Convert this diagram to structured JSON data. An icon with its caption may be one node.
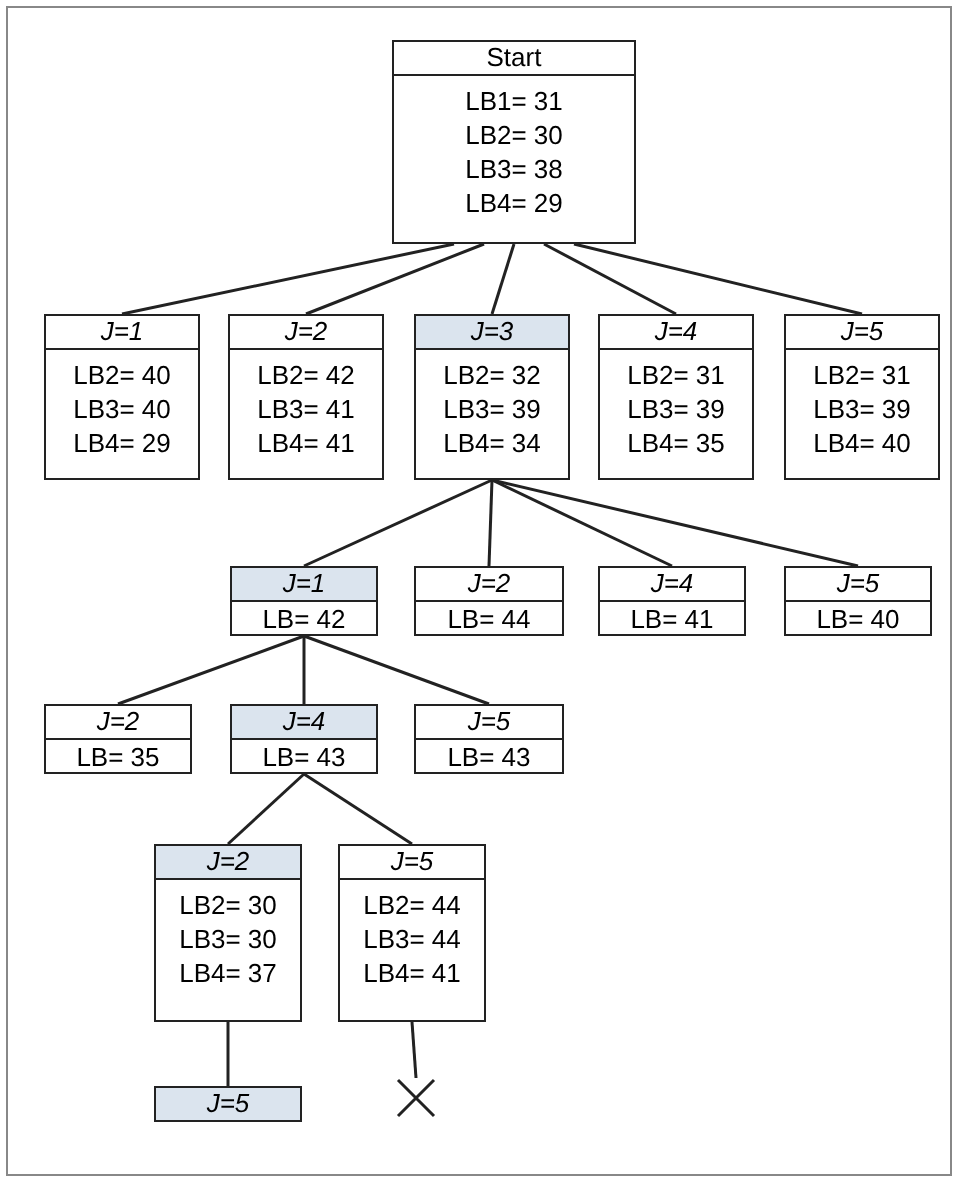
{
  "diagram": {
    "nodes": [
      {
        "text": [
          "Start",
          "LB1= 31",
          "LB2= 30",
          "LB3= 38",
          "LB4= 29"
        ]
      },
      {
        "text": [
          "J=1",
          "LB2= 40",
          "LB3= 40",
          "LB4= 29"
        ]
      },
      {
        "text": [
          "J=2",
          "LB2= 42",
          "LB3= 41",
          "LB4= 41"
        ]
      },
      {
        "text": [
          "J=3",
          "LB2= 32",
          "LB3= 39",
          "LB4= 34"
        ]
      },
      {
        "text": [
          "J=4",
          "LB2= 31",
          "LB3= 39",
          "LB4= 35"
        ]
      },
      {
        "text": [
          "J=5",
          "LB2= 31",
          "LB3= 39",
          "LB4= 40"
        ]
      },
      {
        "text": [
          "J=1",
          "LB= 42"
        ]
      },
      {
        "text": [
          "J=2",
          "LB= 44"
        ]
      },
      {
        "text": [
          "J=4",
          "LB= 41"
        ]
      },
      {
        "text": [
          "J=5",
          "LB= 40"
        ]
      },
      {
        "text": [
          "J=2",
          "LB= 35"
        ]
      },
      {
        "text": [
          "J=4",
          "LB= 43"
        ]
      },
      {
        "text": [
          "J=5",
          "LB= 43"
        ]
      },
      {
        "text": [
          "J=2",
          "LB2= 30",
          "LB3= 30",
          "LB4= 37"
        ]
      },
      {
        "text": [
          "J=5",
          "LB2= 44",
          "LB3= 44",
          "LB4= 41"
        ]
      },
      {
        "text": [
          "J=5"
        ]
      },
      {
        "text": [],
        "shape": "cross"
      }
    ],
    "edges": [
      {
        "from": 0,
        "to": 1,
        "arrow": "none"
      },
      {
        "from": 0,
        "to": 2,
        "arrow": "none"
      },
      {
        "from": 0,
        "to": 3,
        "arrow": "none"
      },
      {
        "from": 0,
        "to": 4,
        "arrow": "none"
      },
      {
        "from": 0,
        "to": 5,
        "arrow": "none"
      },
      {
        "from": 3,
        "to": 6,
        "arrow": "none"
      },
      {
        "from": 3,
        "to": 7,
        "arrow": "none"
      },
      {
        "from": 3,
        "to": 8,
        "arrow": "none"
      },
      {
        "from": 3,
        "to": 9,
        "arrow": "none"
      },
      {
        "from": 6,
        "to": 10,
        "arrow": "none"
      },
      {
        "from": 6,
        "to": 11,
        "arrow": "none"
      },
      {
        "from": 6,
        "to": 12,
        "arrow": "none"
      },
      {
        "from": 11,
        "to": 13,
        "arrow": "none"
      },
      {
        "from": 11,
        "to": 14,
        "arrow": "none"
      },
      {
        "from": 13,
        "to": 15,
        "arrow": "none"
      },
      {
        "from": 14,
        "to": 16,
        "arrow": "none"
      }
    ]
  }
}
